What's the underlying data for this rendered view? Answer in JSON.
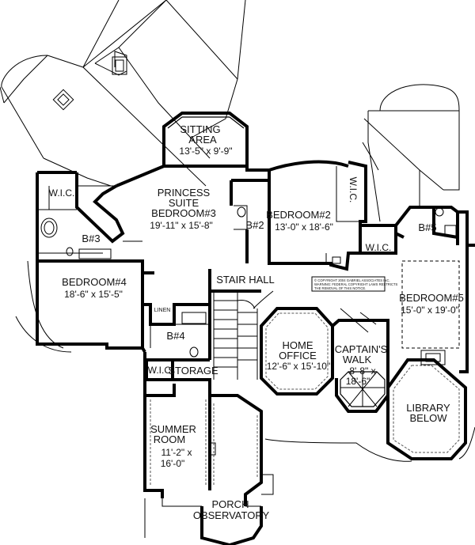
{
  "rooms": {
    "sitting_name": "SITTING",
    "sitting_name2": "AREA",
    "sitting_dim": "13'-5\" x 9'-9\"",
    "princess_name": "PRINCESS",
    "princess_name2": "SUITE",
    "princess_name3": "BEDROOM#3",
    "princess_dim": "19'-11\" x 15'-8\"",
    "bed2_name": "BEDROOM#2",
    "bed2_dim": "13'-0\" x 18'-6\"",
    "bed4_name": "BEDROOM#4",
    "bed4_dim": "18'-6\" x 15'-5\"",
    "bed5_name": "BEDROOM#5",
    "bed5_dim": "15'-0\" x 19'-0\"",
    "stair_hall": "STAIR HALL",
    "office_name": "HOME",
    "office_name2": "OFFICE",
    "office_dim": "12'-6\" x 15'-10\"",
    "captain_name": "CAPTAIN'S",
    "captain_name2": "WALK",
    "captain_dim": "8'-8\" x",
    "captain_dim2": "18'-6\"",
    "library_name": "LIBRARY",
    "library_name2": "BELOW",
    "summer_name": "SUMMER",
    "summer_name2": "ROOM",
    "summer_dim": "11'-2\" x",
    "summer_dim2": "16'-0\"",
    "porch_name": "PORCH",
    "porch_name2": "OBSERVATORY",
    "storage": "STORAGE",
    "wic": "W.I.C.",
    "b2": "B#2",
    "b3": "B#3",
    "b4": "B#4",
    "b5": "B#5",
    "linen": "LINEN"
  },
  "copyright": {
    "line1": "© COPYRIGHT 2004 GABRIEL ASSOCIATES INC.",
    "line2": "WARNING: FEDERAL COPYRIGHT LAWS RESTRICTS",
    "line3": "THE REMOVAL OF THIS NOTICE."
  }
}
